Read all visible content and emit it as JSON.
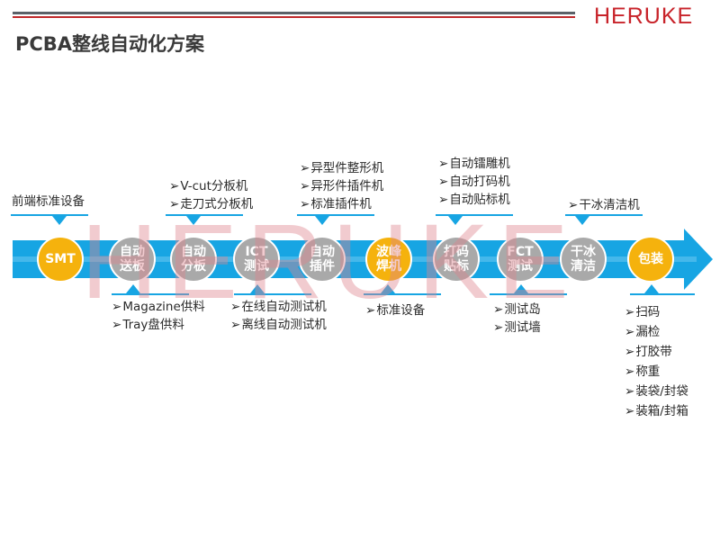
{
  "header": {
    "logo": "HERUKE",
    "title": "PCBA整线自动化方案"
  },
  "watermark": "HERUKE",
  "colors": {
    "arrow": "#17a5e3",
    "node_gray": "#a9a9a9",
    "node_orange": "#f5b20d",
    "accent_red": "#c8232a"
  },
  "nodes": [
    {
      "label1": "SMT",
      "label2": "",
      "color": "orange"
    },
    {
      "label1": "自动",
      "label2": "送板",
      "color": "gray"
    },
    {
      "label1": "自动",
      "label2": "分板",
      "color": "gray"
    },
    {
      "label1": "ICT",
      "label2": "测试",
      "color": "gray"
    },
    {
      "label1": "自动",
      "label2": "插件",
      "color": "gray"
    },
    {
      "label1": "波峰",
      "label2": "焊机",
      "color": "orange"
    },
    {
      "label1": "打码",
      "label2": "贴标",
      "color": "gray"
    },
    {
      "label1": "FCT",
      "label2": "测试",
      "color": "gray"
    },
    {
      "label1": "干冰",
      "label2": "清洁",
      "color": "gray"
    },
    {
      "label1": "包装",
      "label2": "",
      "color": "orange"
    }
  ],
  "notes": {
    "smt_top": [
      "前端标准设备"
    ],
    "split_top": [
      "V-cut分板机",
      "走刀式分板机"
    ],
    "insert_top": [
      "异型件整形机",
      "异形件插件机",
      "标准插件机"
    ],
    "mark_top": [
      "自动镭雕机",
      "自动打码机",
      "自动贴标机"
    ],
    "clean_top": [
      "干冰清洁机"
    ],
    "feed_bottom": [
      "Magazine供料",
      "Tray盘供料"
    ],
    "ict_bottom": [
      "在线自动测试机",
      "离线自动测试机"
    ],
    "wave_bottom": [
      "标准设备"
    ],
    "fct_bottom": [
      "测试岛",
      "测试墙"
    ],
    "pack_bottom": [
      "扫码",
      "漏检",
      "打胶带",
      "称重",
      "装袋/封袋",
      "装箱/封箱"
    ]
  }
}
